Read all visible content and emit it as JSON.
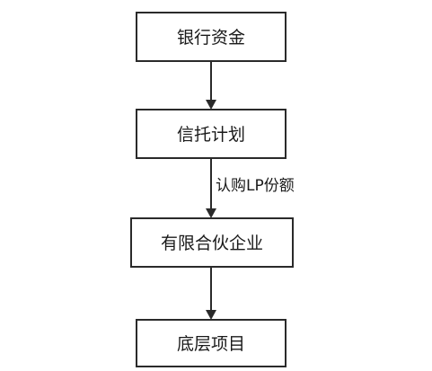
{
  "diagram": {
    "nodes": [
      {
        "id": "bank-funds",
        "label": "银行资金"
      },
      {
        "id": "trust-plan",
        "label": "信托计划"
      },
      {
        "id": "limited-partnership",
        "label": "有限合伙企业"
      },
      {
        "id": "underlying-project",
        "label": "底层项目"
      }
    ],
    "edges": [
      {
        "from": "bank-funds",
        "to": "trust-plan",
        "label": ""
      },
      {
        "from": "trust-plan",
        "to": "limited-partnership",
        "label": "认购LP份额"
      },
      {
        "from": "limited-partnership",
        "to": "underlying-project",
        "label": ""
      }
    ],
    "colors": {
      "stroke": "#2a2a2a",
      "text": "#1a1a1a",
      "background": "#ffffff"
    }
  }
}
